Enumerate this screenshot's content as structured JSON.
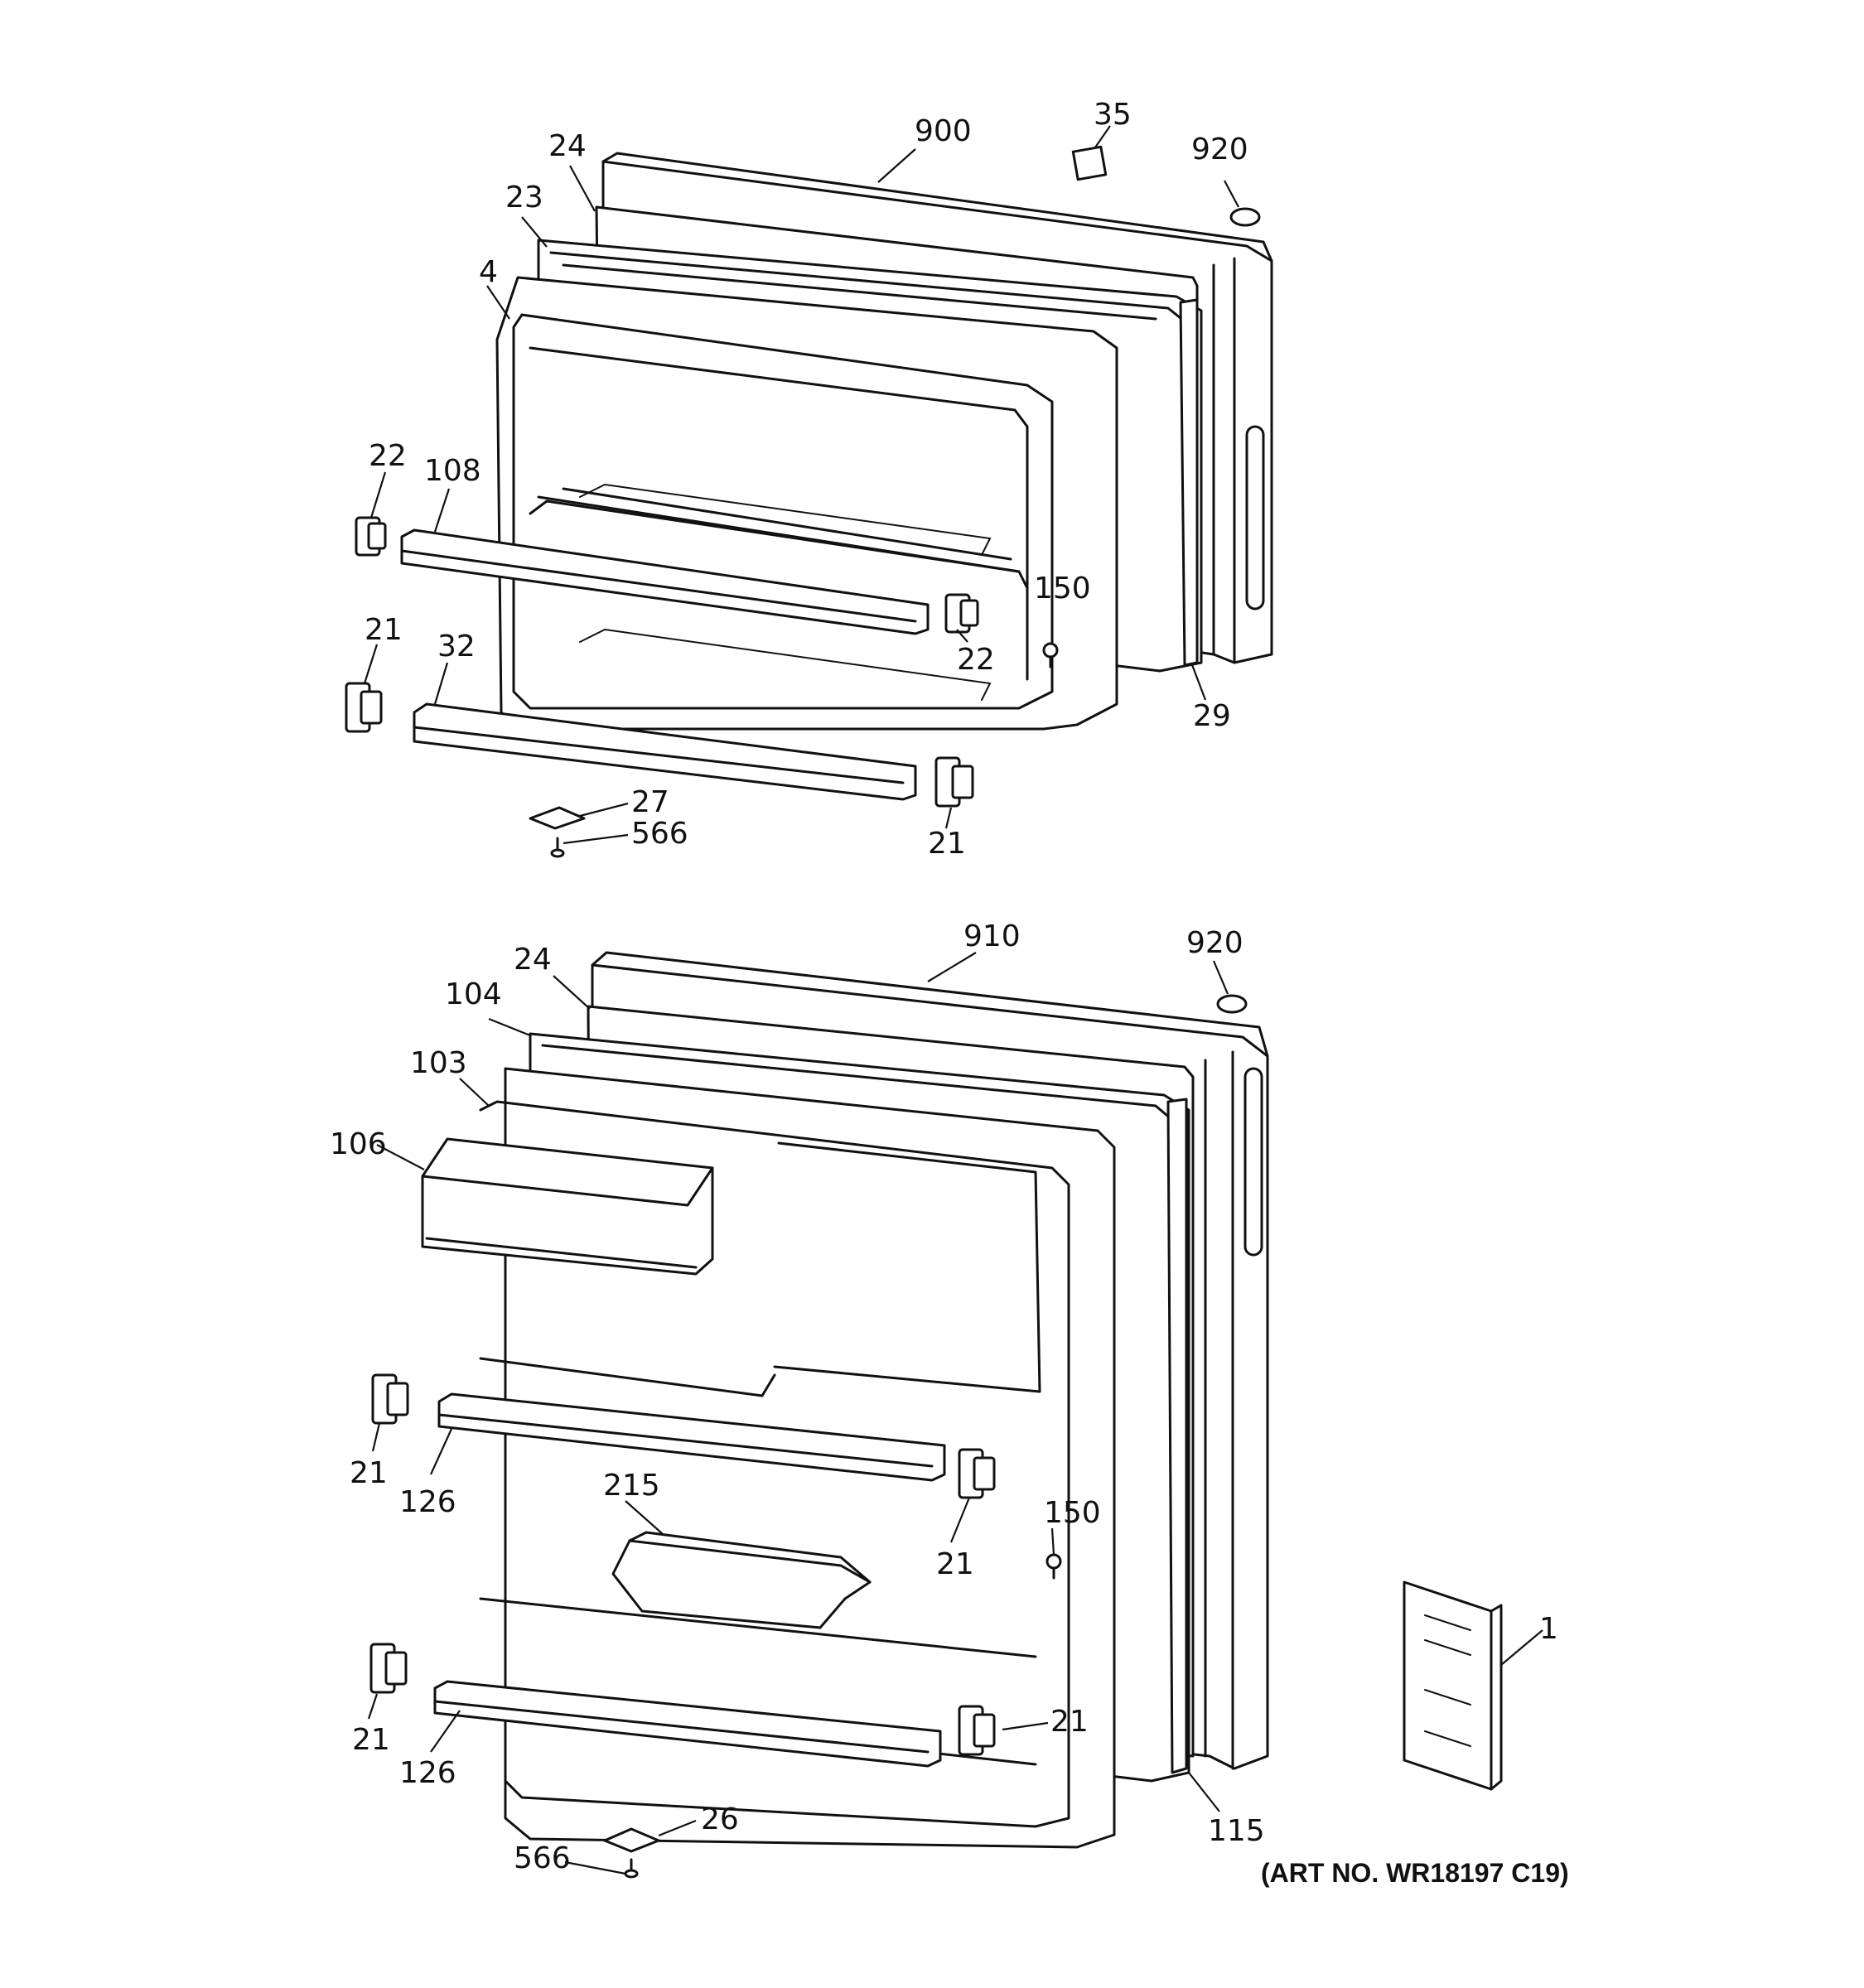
{
  "callouts": {
    "upper": {
      "c900": "900",
      "c35": "35",
      "c920": "920",
      "c24": "24",
      "c23": "23",
      "c4": "4",
      "c22a": "22",
      "c108": "108",
      "c150": "150",
      "c22b": "22",
      "c21a": "21",
      "c32": "32",
      "c29": "29",
      "c27": "27",
      "c566": "566",
      "c21b": "21"
    },
    "lower": {
      "c910": "910",
      "c920": "920",
      "c24": "24",
      "c104": "104",
      "c103": "103",
      "c106": "106",
      "c21a": "21",
      "c126a": "126",
      "c215": "215",
      "c150": "150",
      "c21b": "21",
      "c21c": "21",
      "c21d": "21",
      "c126b": "126",
      "c1": "1",
      "c115": "115",
      "c26": "26",
      "c566": "566"
    }
  },
  "art_number": "(ART NO. WR18197 C19)"
}
